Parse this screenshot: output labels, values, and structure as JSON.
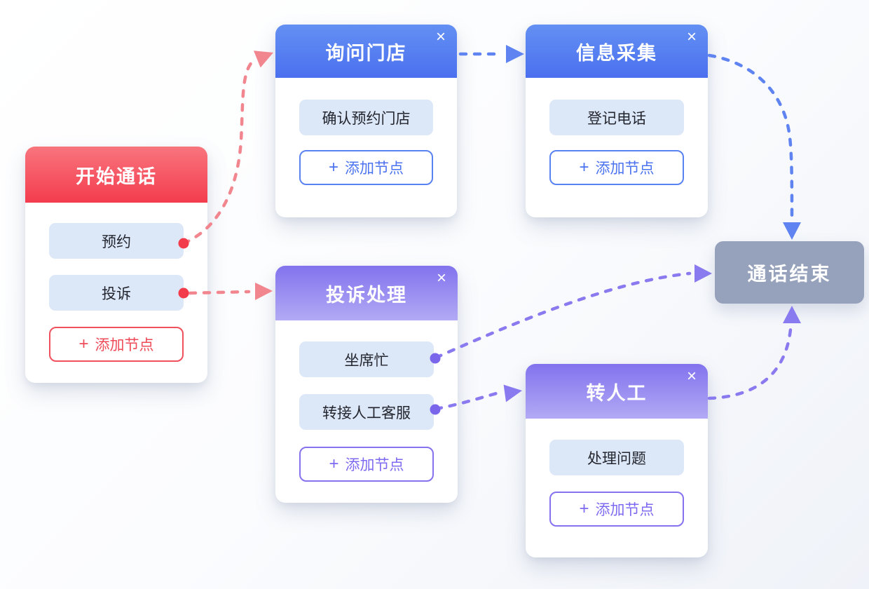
{
  "canvas": {
    "kind": "call-flow-editor"
  },
  "labels": {
    "add_node": "添加节点",
    "plus": "+",
    "close": "×"
  },
  "nodes": [
    {
      "id": "start-call",
      "title": "开始通话",
      "theme": "red",
      "closable": false,
      "items": [
        "预约",
        "投诉"
      ],
      "has_add_button": true
    },
    {
      "id": "ask-store",
      "title": "询问门店",
      "theme": "blue",
      "closable": true,
      "items": [
        "确认预约门店"
      ],
      "has_add_button": true
    },
    {
      "id": "info-collect",
      "title": "信息采集",
      "theme": "blue",
      "closable": true,
      "items": [
        "登记电话"
      ],
      "has_add_button": true
    },
    {
      "id": "complaint",
      "title": "投诉处理",
      "theme": "purple",
      "closable": true,
      "items": [
        "坐席忙",
        "转接人工客服"
      ],
      "has_add_button": true
    },
    {
      "id": "transfer-human",
      "title": "转人工",
      "theme": "purple",
      "closable": true,
      "items": [
        "处理问题"
      ],
      "has_add_button": true
    },
    {
      "id": "end-call",
      "title": "通话结束",
      "theme": "gray",
      "closable": false,
      "items": [],
      "has_add_button": false
    }
  ],
  "connections": [
    {
      "from": "开始通话 / 预约",
      "to": "询问门店",
      "color": "pink"
    },
    {
      "from": "开始通话 / 投诉",
      "to": "投诉处理",
      "color": "pink"
    },
    {
      "from": "询问门店",
      "to": "信息采集",
      "color": "blue"
    },
    {
      "from": "信息采集",
      "to": "通话结束",
      "color": "blue"
    },
    {
      "from": "投诉处理 / 坐席忙",
      "to": "通话结束",
      "color": "purple"
    },
    {
      "from": "投诉处理 / 转接人工客服",
      "to": "转人工",
      "color": "purple"
    },
    {
      "from": "转人工",
      "to": "通话结束",
      "color": "purple"
    }
  ],
  "colors": {
    "red_header_from": "#f8757e",
    "red_header_to": "#f43c4d",
    "blue_header_from": "#6390f3",
    "blue_header_to": "#4b70ef",
    "purple_header_from": "#8273ee",
    "purple_header_to": "#b2aaf4",
    "chip_bg": "#dce7f8",
    "end_node_bg": "#96a1bb",
    "edge_pink": "#f2868f",
    "edge_blue": "#5f84f2",
    "edge_purple": "#8a7af0",
    "dot_red": "#f23b4b",
    "dot_purple": "#7a66ea"
  }
}
